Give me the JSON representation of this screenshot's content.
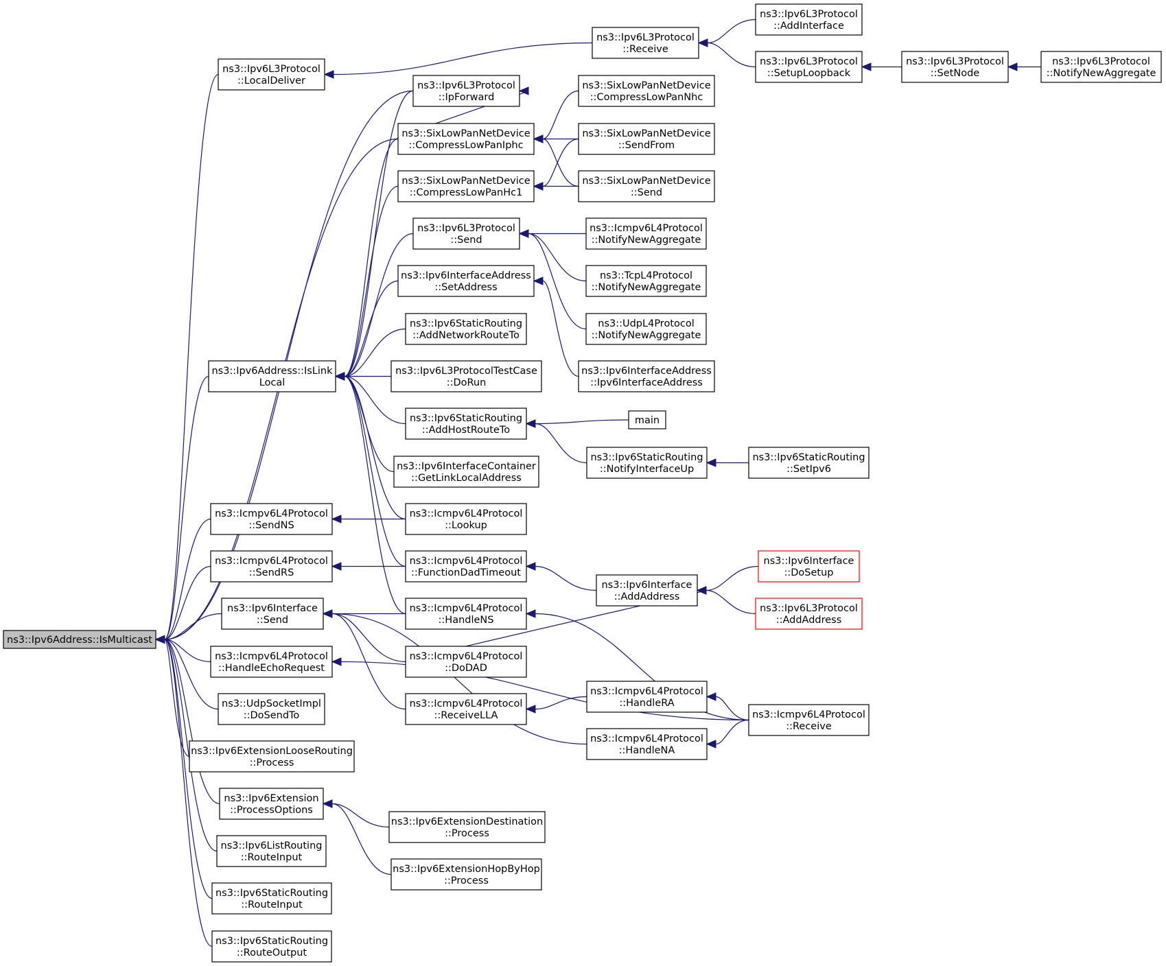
{
  "nodes": [
    {
      "id": "n0",
      "lines": [
        "ns3::Ipv6Address::IsMulticast"
      ],
      "style": "root"
    },
    {
      "id": "n1",
      "lines": [
        "ns3::Ipv6L3Protocol",
        "::LocalDeliver"
      ],
      "style": "normal"
    },
    {
      "id": "n2",
      "lines": [
        "ns3::Ipv6L3Protocol",
        "::Receive"
      ],
      "style": "normal"
    },
    {
      "id": "n3",
      "lines": [
        "ns3::Ipv6L3Protocol",
        "::AddInterface"
      ],
      "style": "normal"
    },
    {
      "id": "n4",
      "lines": [
        "ns3::Ipv6L3Protocol",
        "::SetupLoopback"
      ],
      "style": "normal"
    },
    {
      "id": "n5",
      "lines": [
        "ns3::Ipv6L3Protocol",
        "::SetNode"
      ],
      "style": "normal"
    },
    {
      "id": "n6",
      "lines": [
        "ns3::Ipv6L3Protocol",
        "::NotifyNewAggregate"
      ],
      "style": "normal"
    },
    {
      "id": "n7",
      "lines": [
        "ns3::Ipv6L3Protocol",
        "::IpForward"
      ],
      "style": "normal"
    },
    {
      "id": "n8",
      "lines": [
        "ns3::SixLowPanNetDevice",
        "::CompressLowPanNhc"
      ],
      "style": "normal"
    },
    {
      "id": "n9",
      "lines": [
        "ns3::SixLowPanNetDevice",
        "::CompressLowPanIphc"
      ],
      "style": "normal"
    },
    {
      "id": "n10",
      "lines": [
        "ns3::SixLowPanNetDevice",
        "::SendFrom"
      ],
      "style": "normal"
    },
    {
      "id": "n11",
      "lines": [
        "ns3::SixLowPanNetDevice",
        "::CompressLowPanHc1"
      ],
      "style": "normal"
    },
    {
      "id": "n12",
      "lines": [
        "ns3::SixLowPanNetDevice",
        "::Send"
      ],
      "style": "normal"
    },
    {
      "id": "n13",
      "lines": [
        "ns3::Ipv6L3Protocol",
        "::Send"
      ],
      "style": "normal"
    },
    {
      "id": "n14",
      "lines": [
        "ns3::Icmpv6L4Protocol",
        "::NotifyNewAggregate"
      ],
      "style": "normal"
    },
    {
      "id": "n15",
      "lines": [
        "ns3::Ipv6InterfaceAddress",
        "::SetAddress"
      ],
      "style": "normal"
    },
    {
      "id": "n16",
      "lines": [
        "ns3::TcpL4Protocol",
        "::NotifyNewAggregate"
      ],
      "style": "normal"
    },
    {
      "id": "n17",
      "lines": [
        "ns3::Ipv6StaticRouting",
        "::AddNetworkRouteTo"
      ],
      "style": "normal"
    },
    {
      "id": "n18",
      "lines": [
        "ns3::UdpL4Protocol",
        "::NotifyNewAggregate"
      ],
      "style": "normal"
    },
    {
      "id": "n19",
      "lines": [
        "ns3::Ipv6Address::IsLink",
        "Local"
      ],
      "style": "normal"
    },
    {
      "id": "n20",
      "lines": [
        "ns3::Ipv6L3ProtocolTestCase",
        "::DoRun"
      ],
      "style": "normal"
    },
    {
      "id": "n21",
      "lines": [
        "ns3::Ipv6InterfaceAddress",
        "::Ipv6InterfaceAddress"
      ],
      "style": "normal"
    },
    {
      "id": "n22",
      "lines": [
        "ns3::Ipv6StaticRouting",
        "::AddHostRouteTo"
      ],
      "style": "normal"
    },
    {
      "id": "n23",
      "lines": [
        "main"
      ],
      "style": "normal"
    },
    {
      "id": "n24",
      "lines": [
        "ns3::Ipv6InterfaceContainer",
        "::GetLinkLocalAddress"
      ],
      "style": "normal"
    },
    {
      "id": "n25",
      "lines": [
        "ns3::Ipv6StaticRouting",
        "::NotifyInterfaceUp"
      ],
      "style": "normal"
    },
    {
      "id": "n26",
      "lines": [
        "ns3::Ipv6StaticRouting",
        "::SetIpv6"
      ],
      "style": "normal"
    },
    {
      "id": "n27",
      "lines": [
        "ns3::Icmpv6L4Protocol",
        "::SendNS"
      ],
      "style": "normal"
    },
    {
      "id": "n28",
      "lines": [
        "ns3::Icmpv6L4Protocol",
        "::Lookup"
      ],
      "style": "normal"
    },
    {
      "id": "n29",
      "lines": [
        "ns3::Icmpv6L4Protocol",
        "::SendRS"
      ],
      "style": "normal"
    },
    {
      "id": "n30",
      "lines": [
        "ns3::Icmpv6L4Protocol",
        "::FunctionDadTimeout"
      ],
      "style": "normal"
    },
    {
      "id": "n31",
      "lines": [
        "ns3::Ipv6Interface",
        "::DoSetup"
      ],
      "style": "red"
    },
    {
      "id": "n32",
      "lines": [
        "ns3::Ipv6Interface",
        "::AddAddress"
      ],
      "style": "normal"
    },
    {
      "id": "n33",
      "lines": [
        "ns3::Ipv6Interface",
        "::Send"
      ],
      "style": "normal"
    },
    {
      "id": "n34",
      "lines": [
        "ns3::Icmpv6L4Protocol",
        "::HandleNS"
      ],
      "style": "normal"
    },
    {
      "id": "n35",
      "lines": [
        "ns3::Ipv6L3Protocol",
        "::AddAddress"
      ],
      "style": "red"
    },
    {
      "id": "n36",
      "lines": [
        "ns3::Icmpv6L4Protocol",
        "::HandleEchoRequest"
      ],
      "style": "normal"
    },
    {
      "id": "n37",
      "lines": [
        "ns3::Icmpv6L4Protocol",
        "::DoDAD"
      ],
      "style": "normal"
    },
    {
      "id": "n38",
      "lines": [
        "ns3::UdpSocketImpl",
        "::DoSendTo"
      ],
      "style": "normal"
    },
    {
      "id": "n39",
      "lines": [
        "ns3::Icmpv6L4Protocol",
        "::HandleRA"
      ],
      "style": "normal"
    },
    {
      "id": "n40",
      "lines": [
        "ns3::Icmpv6L4Protocol",
        "::ReceiveLLA"
      ],
      "style": "normal"
    },
    {
      "id": "n41",
      "lines": [
        "ns3::Icmpv6L4Protocol",
        "::Receive"
      ],
      "style": "normal"
    },
    {
      "id": "n42",
      "lines": [
        "ns3::Icmpv6L4Protocol",
        "::HandleNA"
      ],
      "style": "normal"
    },
    {
      "id": "n43",
      "lines": [
        "ns3::Ipv6ExtensionLooseRouting",
        "::Process"
      ],
      "style": "normal"
    },
    {
      "id": "n44",
      "lines": [
        "ns3::Ipv6Extension",
        "::ProcessOptions"
      ],
      "style": "normal"
    },
    {
      "id": "n45",
      "lines": [
        "ns3::Ipv6ExtensionDestination",
        "::Process"
      ],
      "style": "normal"
    },
    {
      "id": "n46",
      "lines": [
        "ns3::Ipv6ListRouting",
        "::RouteInput"
      ],
      "style": "normal"
    },
    {
      "id": "n47",
      "lines": [
        "ns3::Ipv6ExtensionHopByHop",
        "::Process"
      ],
      "style": "normal"
    },
    {
      "id": "n48",
      "lines": [
        "ns3::Ipv6StaticRouting",
        "::RouteInput"
      ],
      "style": "normal"
    },
    {
      "id": "n49",
      "lines": [
        "ns3::Ipv6StaticRouting",
        "::RouteOutput"
      ],
      "style": "normal"
    }
  ],
  "edges": [
    {
      "from": "n1",
      "to": "n0"
    },
    {
      "from": "n7",
      "to": "n0"
    },
    {
      "from": "n9",
      "to": "n0"
    },
    {
      "from": "n19",
      "to": "n0"
    },
    {
      "from": "n27",
      "to": "n0"
    },
    {
      "from": "n29",
      "to": "n0"
    },
    {
      "from": "n33",
      "to": "n0"
    },
    {
      "from": "n36",
      "to": "n0"
    },
    {
      "from": "n38",
      "to": "n0"
    },
    {
      "from": "n43",
      "to": "n0"
    },
    {
      "from": "n44",
      "to": "n0"
    },
    {
      "from": "n46",
      "to": "n0"
    },
    {
      "from": "n48",
      "to": "n0"
    },
    {
      "from": "n49",
      "to": "n0"
    },
    {
      "from": "n2",
      "to": "n1"
    },
    {
      "from": "n3",
      "to": "n2"
    },
    {
      "from": "n4",
      "to": "n2"
    },
    {
      "from": "n5",
      "to": "n4"
    },
    {
      "from": "n6",
      "to": "n5"
    },
    {
      "from": "n9",
      "to": "n7"
    },
    {
      "from": "n8",
      "to": "n9"
    },
    {
      "from": "n10",
      "to": "n9"
    },
    {
      "from": "n12",
      "to": "n9"
    },
    {
      "from": "n10",
      "to": "n11"
    },
    {
      "from": "n12",
      "to": "n11"
    },
    {
      "from": "n14",
      "to": "n13"
    },
    {
      "from": "n16",
      "to": "n13"
    },
    {
      "from": "n18",
      "to": "n13"
    },
    {
      "from": "n21",
      "to": "n15"
    },
    {
      "from": "n23",
      "to": "n22"
    },
    {
      "from": "n25",
      "to": "n22"
    },
    {
      "from": "n26",
      "to": "n25"
    },
    {
      "from": "n7",
      "to": "n19"
    },
    {
      "from": "n9",
      "to": "n19"
    },
    {
      "from": "n11",
      "to": "n19"
    },
    {
      "from": "n13",
      "to": "n19"
    },
    {
      "from": "n15",
      "to": "n19"
    },
    {
      "from": "n17",
      "to": "n19"
    },
    {
      "from": "n20",
      "to": "n19"
    },
    {
      "from": "n22",
      "to": "n19"
    },
    {
      "from": "n24",
      "to": "n19"
    },
    {
      "from": "n28",
      "to": "n19"
    },
    {
      "from": "n30",
      "to": "n19"
    },
    {
      "from": "n34",
      "to": "n19"
    },
    {
      "from": "n28",
      "to": "n27"
    },
    {
      "from": "n30",
      "to": "n29"
    },
    {
      "from": "n32",
      "to": "n30"
    },
    {
      "from": "n31",
      "to": "n32"
    },
    {
      "from": "n35",
      "to": "n32"
    },
    {
      "from": "n37",
      "to": "n32"
    },
    {
      "from": "n34",
      "to": "n33"
    },
    {
      "from": "n37",
      "to": "n33"
    },
    {
      "from": "n40",
      "to": "n33"
    },
    {
      "from": "n42",
      "to": "n33"
    },
    {
      "from": "n41",
      "to": "n34"
    },
    {
      "from": "n41",
      "to": "n36"
    },
    {
      "from": "n39",
      "to": "n40"
    },
    {
      "from": "n41",
      "to": "n39"
    },
    {
      "from": "n41",
      "to": "n42"
    },
    {
      "from": "n45",
      "to": "n44"
    },
    {
      "from": "n47",
      "to": "n44"
    }
  ]
}
